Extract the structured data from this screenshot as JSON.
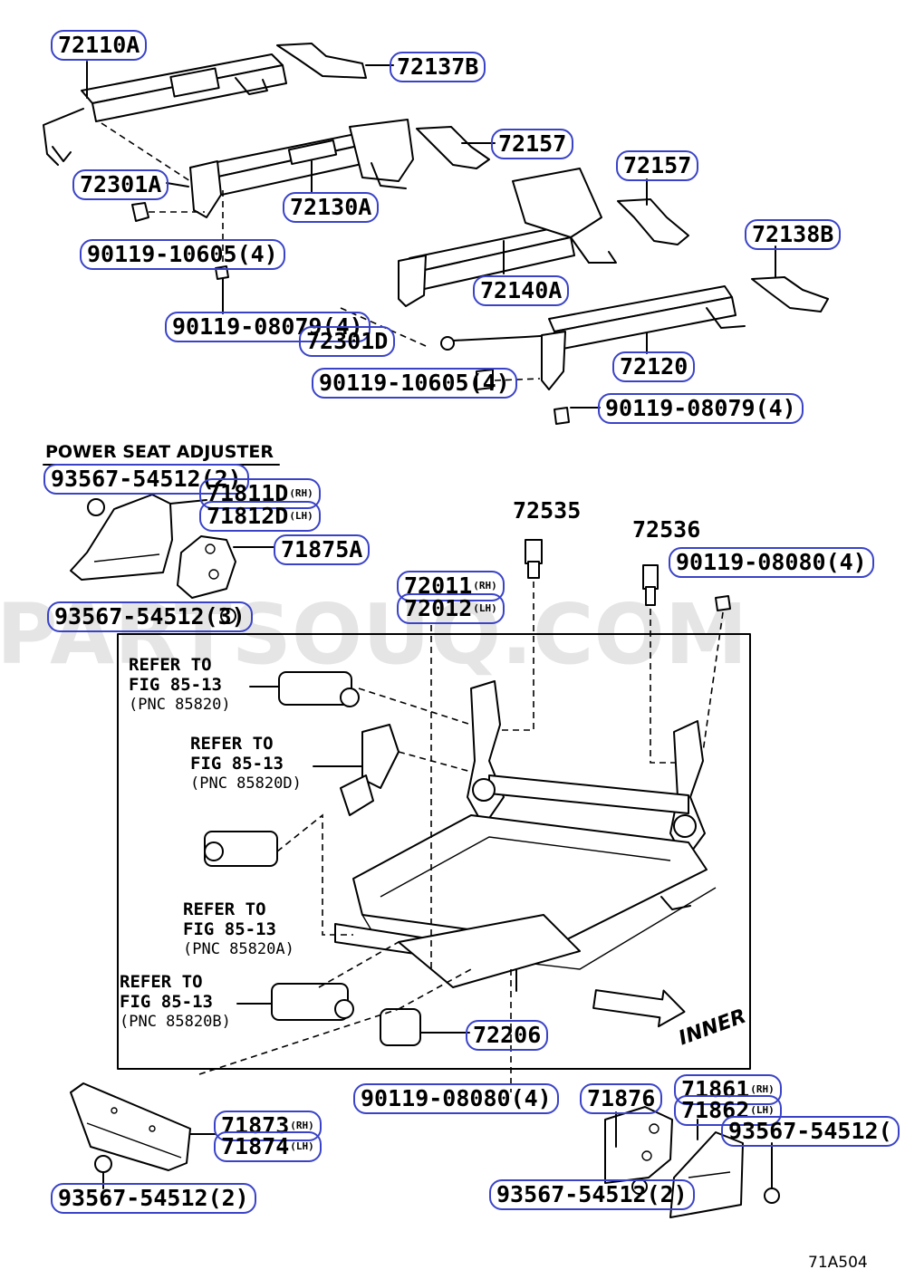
{
  "watermark": "PARTSOUQ.COM",
  "section_title": "POWER SEAT ADJUSTER",
  "diagram_code": "71A504",
  "direction_label": "INNER",
  "refer_notes": [
    {
      "line1": "REFER TO",
      "line2": "FIG 85-13",
      "line3": "(PNC 85820)"
    },
    {
      "line1": "REFER TO",
      "line2": "FIG 85-13",
      "line3": "(PNC 85820D)"
    },
    {
      "line1": "REFER TO",
      "line2": "FIG 85-13",
      "line3": "(PNC 85820A)"
    },
    {
      "line1": "REFER TO",
      "line2": "FIG 85-13",
      "line3": "(PNC 85820B)"
    }
  ],
  "part_labels": {
    "p72110A": "72110A",
    "p72137B": "72137B",
    "p72157a": "72157",
    "p72301A": "72301A",
    "p72130A": "72130A",
    "p72157b": "72157",
    "p90119_10605a": "90119-10605(4)",
    "p72138B": "72138B",
    "p72140A": "72140A",
    "p90119_08079a": "90119-08079(4)",
    "p72301D": "72301D",
    "p72120": "72120",
    "p90119_10605b": "90119-10605(4)",
    "p90119_08079b": "90119-08079(4)",
    "p93567_54512a": "93567-54512(2)",
    "p71811D": "71811D",
    "p71812D": "71812D",
    "p71875A": "71875A",
    "p72535": "72535",
    "p72536": "72536",
    "p90119_08080a": "90119-08080(4)",
    "p72011": "72011",
    "p72012": "72012",
    "p93567_54512b": "93567-54512(3)",
    "p72206": "72206",
    "p90119_08080b": "90119-08080(4)",
    "p71876": "71876",
    "p71861": "71861",
    "p71862": "71862",
    "p93567_54512c": "93567-54512(",
    "p71873": "71873",
    "p71874": "71874",
    "p93567_54512d": "93567-54512(2)",
    "p93567_54512e": "93567-54512(2)"
  },
  "suffixes": {
    "rh": "(RH)",
    "lh": "(LH)"
  },
  "colors": {
    "ring": "#3a43c8",
    "ink": "#000000",
    "watermark": "#c6c6c6"
  }
}
